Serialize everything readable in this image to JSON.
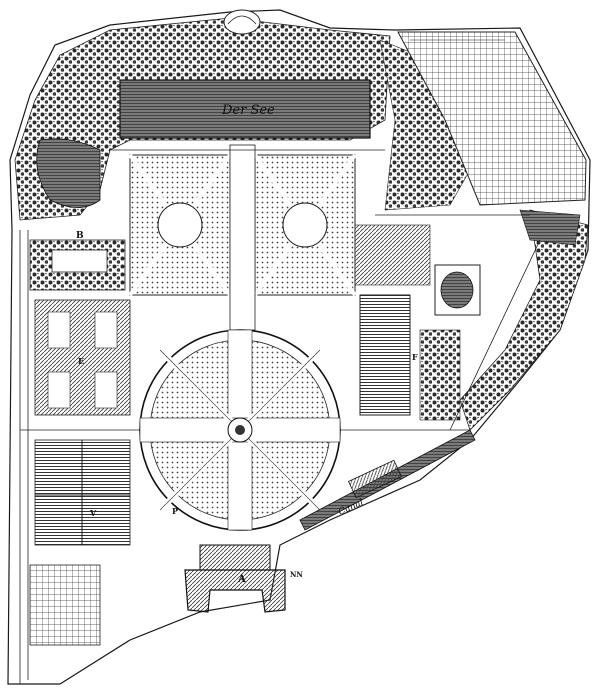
{
  "plan": {
    "pond_label": "Der See",
    "canal_label": "Canal",
    "letter_a": "A",
    "letter_b": "B",
    "letter_e": "E",
    "letter_f": "F",
    "letter_p": "P",
    "letter_v": "V",
    "letter_nn": "NN"
  },
  "colors": {
    "ink": "#1a1a1a",
    "paper": "#ffffff",
    "water": "#6b6b6b",
    "hatch": "#3a3a3a"
  },
  "icons": [
    "tree-icon"
  ]
}
